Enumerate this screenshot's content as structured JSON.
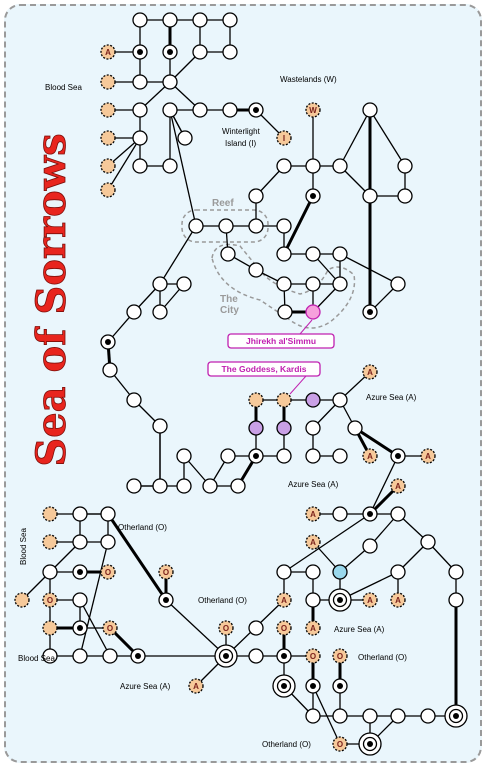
{
  "map": {
    "title": "Sea of Sorrows",
    "regions": {
      "blood_sea_top": "Blood Sea",
      "wastelands": "Wastelands (W)",
      "winterlight_1": "Winterlight",
      "winterlight_2": "Island (I)",
      "reef": "Reef",
      "the_city_1": "The",
      "the_city_2": "City",
      "azure_sea_a1": "Azure Sea (A)",
      "azure_sea_a2": "Azure Sea (A)",
      "azure_sea_a3": "Azure Sea (A)",
      "azure_sea_a4": "Azure Sea (A)",
      "blood_sea_vert": "Blood Sea",
      "otherland_1": "Otherland (O)",
      "otherland_2": "Otherland (O)",
      "otherland_3": "Otherland (O)",
      "otherland_4": "Otherland (O)",
      "blood_sea_bottom": "Blood Sea"
    },
    "callouts": {
      "jhirekh": "Jhirekh al'Simmu",
      "goddess": "The Goddess, Kardis"
    },
    "exit_tags": {
      "W": "W",
      "I": "I",
      "A": "A",
      "O": "O"
    },
    "colors": {
      "background": "#eaf6fc",
      "title_red": "#e8251e",
      "exit_orange": "#f6c99a",
      "callout_magenta": "#c020b0",
      "goddess_purple": "#c9a0e6",
      "city_pink": "#f6a0dc",
      "special_cyan": "#9ad8ec"
    }
  }
}
